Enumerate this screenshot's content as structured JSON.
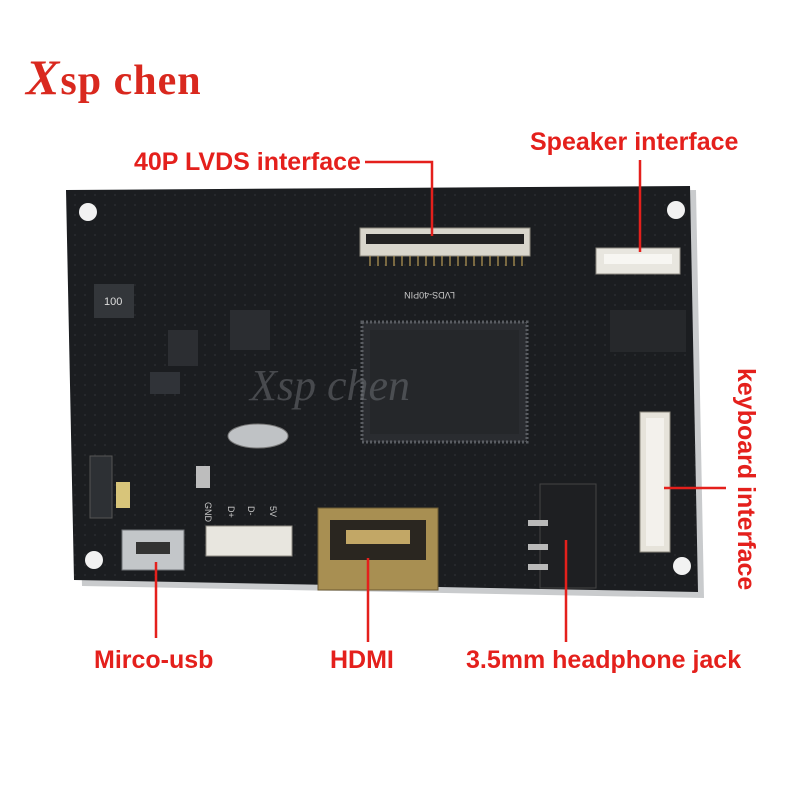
{
  "logo": {
    "prefix": "X",
    "text": "sp chen"
  },
  "labels": {
    "lvds": "40P LVDS interface",
    "speaker": "Speaker interface",
    "keyboard": "keyboard interface",
    "usb": "Mirco-usb",
    "hdmi": "HDMI",
    "jack": "3.5mm headphone jack"
  },
  "board_text": {
    "lvds_silk": "LVDS-40PIN",
    "inductor": "100",
    "watermark": "Xsp chen",
    "gnd": "GND",
    "dplus": "D+",
    "dminus": "D-",
    "v5": "5V"
  },
  "colors": {
    "label": "#e4201c",
    "logo": "#d9281e",
    "pcb": "#1b1d20"
  }
}
